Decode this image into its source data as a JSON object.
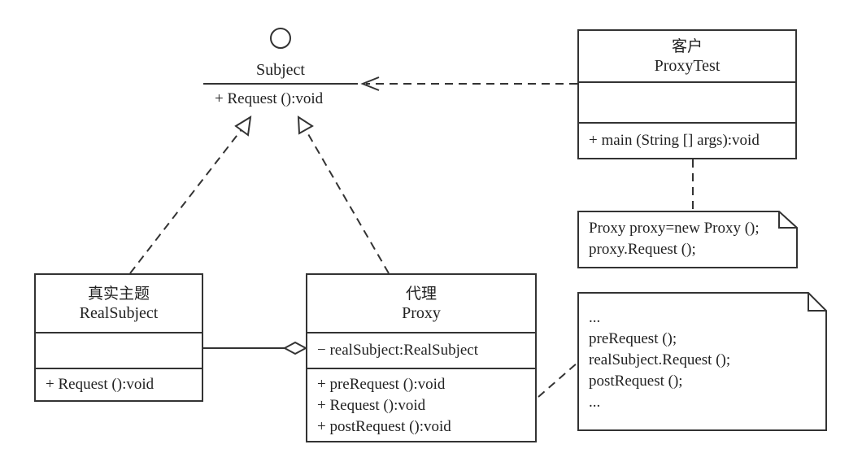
{
  "interface": {
    "name": "Subject",
    "operation": "+ Request ():void"
  },
  "client": {
    "cn": "客户",
    "name": "ProxyTest",
    "attributes": [],
    "operations": [
      "+ main (String [] args):void"
    ]
  },
  "real_subject": {
    "cn": "真实主题",
    "name": "RealSubject",
    "attributes": [],
    "operations": [
      "+ Request ():void"
    ]
  },
  "proxy": {
    "cn": "代理",
    "name": "Proxy",
    "attributes": [
      "− realSubject:RealSubject"
    ],
    "operations": [
      "+ preRequest ():void",
      "+ Request ():void",
      "+ postRequest ():void"
    ]
  },
  "note_client": {
    "lines": [
      "Proxy proxy=new Proxy ();",
      "proxy.Request ();"
    ]
  },
  "note_proxy": {
    "lines": [
      "...",
      "preRequest ();",
      "realSubject.Request ();",
      "postRequest ();",
      "..."
    ]
  },
  "colors": {
    "line": "#333333",
    "background": "#ffffff",
    "text": "#222222"
  }
}
